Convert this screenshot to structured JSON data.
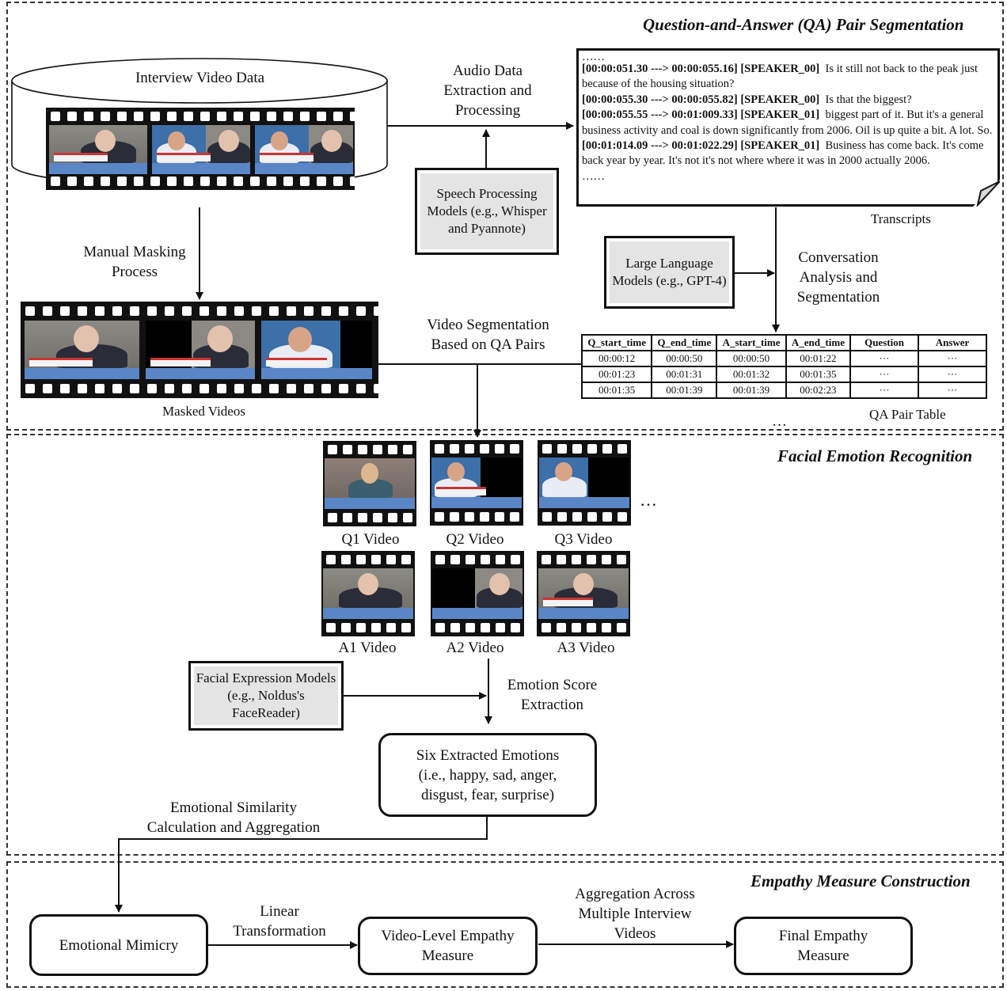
{
  "sections": {
    "qa_segmentation": "Question-and-Answer (QA) Pair Segmentation",
    "facial_emotion": "Facial Emotion Recognition",
    "empathy_measure": "Empathy Measure Construction"
  },
  "qa_stage": {
    "database_label": "Interview Video Data",
    "audio_step": "Audio Data Extraction and Processing",
    "speech_models": "Speech Processing Models (e.g., Whisper and Pyannote)",
    "masking_step": "Manual Masking Process",
    "masked_videos_label": "Masked Videos",
    "transcripts_label": "Transcripts",
    "llm_models": "Large Language Models (e.g., GPT-4)",
    "conversation_step": "Conversation Analysis and Segmentation",
    "video_segmentation_step": "Video Segmentation Based on QA Pairs",
    "qa_table_label": "QA Pair Table",
    "table_ellipsis": "…",
    "transcript": {
      "leading_ellipsis": "……",
      "trailing_ellipsis": "……",
      "entries": [
        {
          "stamp": "[00:00:051.30 ---> 00:00:055.16] [SPEAKER_00]",
          "text": "Is it still not back to the peak just because of the housing situation?"
        },
        {
          "stamp": "[00:00:055.30 ---> 00:00:055.82] [SPEAKER_00]",
          "text": "Is that the biggest?"
        },
        {
          "stamp": "[00:00:055.55 ---> 00:01:009.33] [SPEAKER_01]",
          "text": "biggest part of it. But it's a general business activity and coal is down significantly from 2006. Oil is up quite a bit. A lot. So."
        },
        {
          "stamp": "[00:01:014.09 ---> 00:01:022.29] [SPEAKER_01]",
          "text": "Business has come back. It's come back year by year. It's not it's not where where it was in 2000 actually 2006."
        }
      ]
    },
    "qa_table": {
      "columns": [
        "Q_start_time",
        "Q_end_time",
        "A_start_time",
        "A_end_time",
        "Question",
        "Answer"
      ],
      "rows": [
        [
          "00:00:12",
          "00:00:50",
          "00:00:50",
          "00:01:22",
          "···",
          "···"
        ],
        [
          "00:01:23",
          "00:01:31",
          "00:01:32",
          "00:01:35",
          "···",
          "···"
        ],
        [
          "00:01:35",
          "00:01:39",
          "00:01:39",
          "00:02:23",
          "···",
          "···"
        ]
      ]
    }
  },
  "fer_stage": {
    "question_videos": [
      "Q1 Video",
      "Q2 Video",
      "Q3 Video"
    ],
    "answer_videos": [
      "A1 Video",
      "A2 Video",
      "A3 Video"
    ],
    "more_ellipsis": "···",
    "facial_models": "Facial Expression Models (e.g., Noldus's FaceReader)",
    "emotion_score_step": "Emotion Score Extraction",
    "six_emotions_title": "Six Extracted Emotions",
    "six_emotions_list": "(i.e., happy, sad, anger, disgust, fear, surprise)",
    "similarity_step": "Emotional Similarity Calculation and Aggregation"
  },
  "empathy_stage": {
    "mimicry": "Emotional Mimicry",
    "linear_step": "Linear Transformation",
    "video_level": "Video-Level Empathy Measure",
    "aggregation_step": "Aggregation Across Multiple Interview Videos",
    "final": "Final Empathy Measure"
  }
}
